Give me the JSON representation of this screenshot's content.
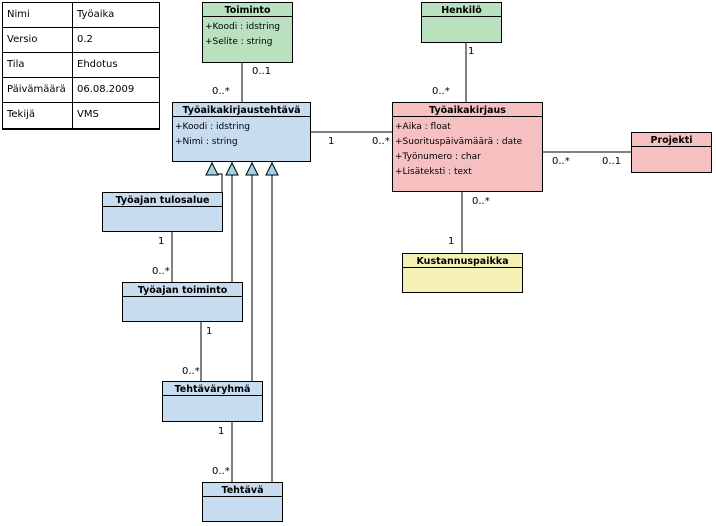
{
  "meta": [
    {
      "key": "Nimi",
      "value": "Työaika"
    },
    {
      "key": "Versio",
      "value": "0.2"
    },
    {
      "key": "Tila",
      "value": "Ehdotus"
    },
    {
      "key": "Päivämäärä",
      "value": "06.08.2009"
    },
    {
      "key": "Tekijä",
      "value": "VMS"
    }
  ],
  "classes": {
    "toiminto": {
      "name": "Toiminto",
      "attrs": [
        "+Koodi : idstring",
        "+Selite : string"
      ]
    },
    "henkilo": {
      "name": "Henkilö",
      "attrs": []
    },
    "tyoaikakirjaustehtava": {
      "name": "Työaikakirjaustehtävä",
      "attrs": [
        "+Koodi : idstring",
        "+Nimi : string"
      ]
    },
    "tyoaikakirjaus": {
      "name": "Työaikakirjaus",
      "attrs": [
        "+Aika : float",
        "+Suorituspäivämäärä : date",
        "+Työnumero : char",
        "+Lisäteksti : text"
      ]
    },
    "projekti": {
      "name": "Projekti",
      "attrs": []
    },
    "tulosalue": {
      "name": "Työajan tulosalue",
      "attrs": []
    },
    "kustannuspaikka": {
      "name": "Kustannuspaikka",
      "attrs": []
    },
    "tyoajan_toiminto": {
      "name": "Työajan toiminto",
      "attrs": []
    },
    "tehtavaryhma": {
      "name": "Tehtäväryhmä",
      "attrs": []
    },
    "tehtava": {
      "name": "Tehtävä",
      "attrs": []
    }
  },
  "multiplicities": {
    "toiminto_top": "0..1",
    "toiminto_bottom": "0..*",
    "henkilo_top": "1",
    "henkilo_bottom": "0..*",
    "tehtava_kirjaus_left": "1",
    "tehtava_kirjaus_right": "0..*",
    "projekti_left": "0..*",
    "projekti_right": "0..1",
    "kustannus_top": "0..*",
    "kustannus_bottom": "1",
    "tulosalue_one": "1",
    "tulosalue_many": "0..*",
    "toiminto_one": "1",
    "toiminto_many": "0..*",
    "ryhma_one": "1",
    "ryhma_many": "0..*"
  }
}
